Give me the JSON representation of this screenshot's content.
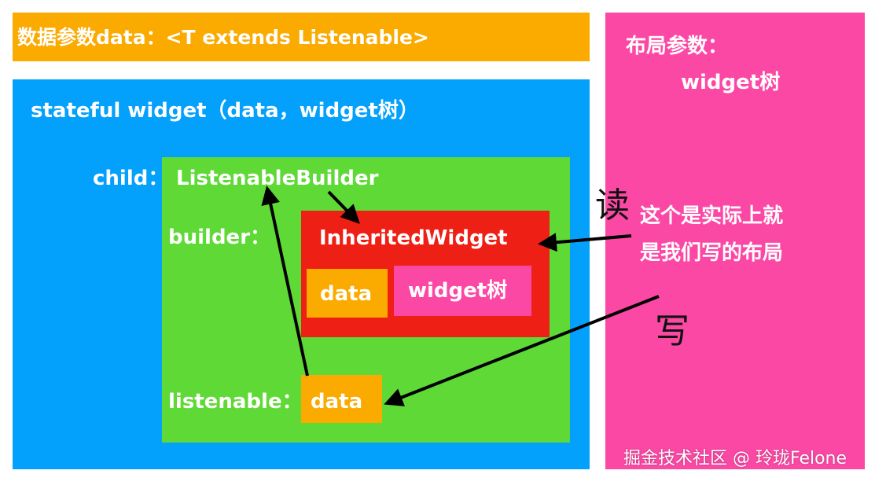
{
  "data_params_label": "数据参数data：<T extends Listenable>",
  "layout_params": {
    "label": "布局参数：",
    "value": "widget树"
  },
  "stateful_label": "stateful widget（data，widget树）",
  "child_label": "child：",
  "listenable_builder_label": "ListenableBuilder",
  "builder_label": "builder：",
  "inherited_widget_label": "InheritedWidget",
  "inner_data_label": "data",
  "inner_widget_tree_label": "widget树",
  "listenable_label": "listenable：",
  "listenable_data_label": "data",
  "read_label": "读",
  "write_label": "写",
  "annotation": {
    "line1": "这个是实际上就",
    "line2": "是我们写的布局"
  },
  "watermark": "掘金技术社区 @ 玲珑Felone",
  "colors": {
    "orange": "#fbaa00",
    "blue": "#03a0fc",
    "pink": "#fc48a5",
    "green": "#5fd936",
    "red": "#ee1f14"
  }
}
